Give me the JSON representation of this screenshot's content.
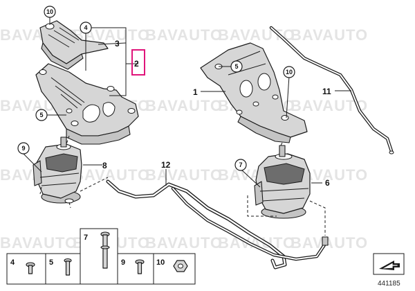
{
  "watermark": {
    "text": "BAVAUTO"
  },
  "callouts": {
    "c10_top": "10",
    "c4": "4",
    "c3": "3",
    "c2": "2",
    "c5_left": "5",
    "c9": "9",
    "c8": "8",
    "c12": "12",
    "c5_right": "5",
    "c1": "1",
    "c10_right": "10",
    "c11": "11",
    "c7_right": "7",
    "c6": "6"
  },
  "legend": {
    "i4": "4",
    "i5": "5",
    "i7": "7",
    "i9": "9",
    "i10": "10"
  },
  "reference_number": "441185",
  "colors": {
    "highlight": "#e0147a",
    "metal": "#d6d6d6",
    "line": "#1a1a1a"
  }
}
